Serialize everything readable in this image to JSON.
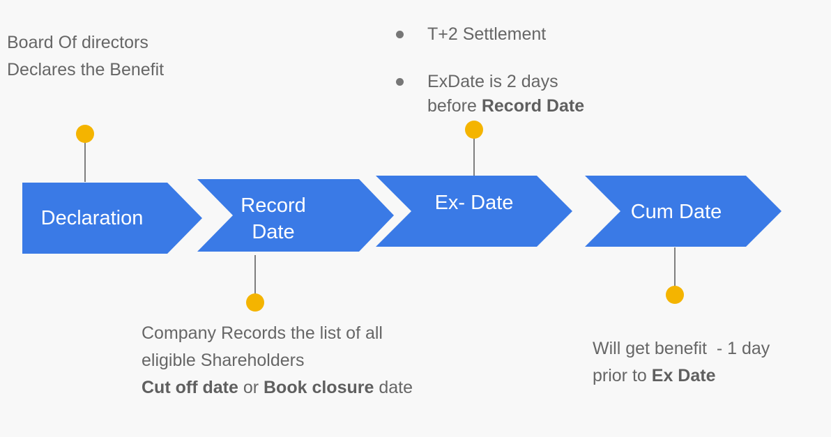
{
  "colors": {
    "chevron": "#3a7ae6",
    "marker": "#f4b400",
    "background": "#f8f8f8",
    "text": "#666666"
  },
  "steps": [
    {
      "label": "Declaration"
    },
    {
      "label_line1": "Record",
      "label_line2": "Date"
    },
    {
      "label": "Ex- Date"
    },
    {
      "label": "Cum Date"
    }
  ],
  "notes": {
    "declaration": {
      "line1": "Board Of directors",
      "line2": "Declares the Benefit"
    },
    "record_date": {
      "line1": "Company Records the  list of  all",
      "line2": "eligible Shareholders",
      "bold1": "Cut off date",
      "mid": " or ",
      "bold2": "Book closure",
      "tail": " date"
    },
    "ex_date": {
      "bullet1": "T+2 Settlement",
      "bullet2_line1": "ExDate is  2 days",
      "bullet2_line2_prefix": "before ",
      "bullet2_line2_bold": "Record Date"
    },
    "cum_date": {
      "line1": "Will get benefit  - 1 day",
      "line2_prefix": "prior to ",
      "line2_bold": "Ex Date"
    }
  }
}
